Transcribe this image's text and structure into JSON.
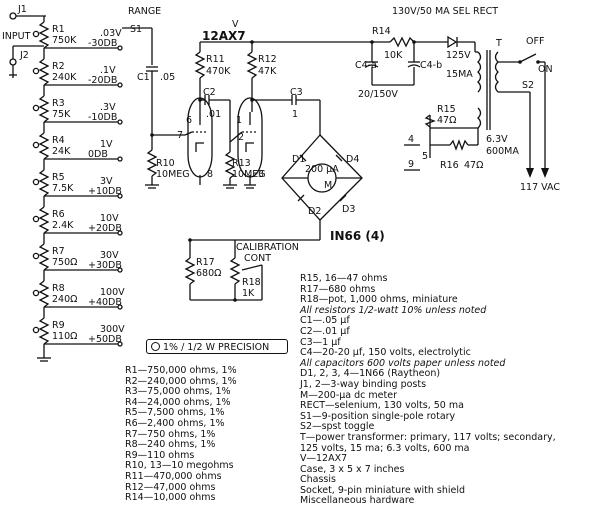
{
  "labels": {
    "input": "INPUT",
    "j1": "J1",
    "j2": "J2",
    "tube": "12AX7",
    "v": "V",
    "range": "RANGE",
    "s1": "S1",
    "rect": "130V/50 MA SEL RECT",
    "t": "T",
    "off": "OFF",
    "on": "ON",
    "s2": "S2",
    "vac": "117 VAC",
    "calibration": "CALIBRATION",
    "cont": "CONT",
    "in66": "IN66 (4)",
    "meter": "200 μA",
    "m": "M",
    "c1": "C1",
    "c1v": ".05",
    "c2": "C2",
    "c2v": ".01",
    "c3": "C3",
    "c3v": "1",
    "c4a": "C4-a",
    "c4b": "C4-b",
    "c4v": "20/150V",
    "r14": "R14",
    "r14v": "10K",
    "r11": "R11",
    "r11v": "470K",
    "r12": "R12",
    "r12v": "47K",
    "r10": "R10",
    "r10v": "10MEG",
    "r13": "R13",
    "r13v": "10MEG",
    "r15": "R15",
    "r15v": "47Ω",
    "r16": "R16",
    "r16v": "47Ω",
    "r17": "R17",
    "r17v": "680Ω",
    "r18": "R18",
    "r18v": "1K",
    "sec1": "125V",
    "sec1b": "15MA",
    "sec2": "6.3V",
    "sec2b": "600MA",
    "d1": "D1",
    "d2": "D2",
    "d3": "D3",
    "d4": "D4",
    "p1": "1",
    "p2": "2",
    "p3": "3",
    "p4": "4",
    "p5": "5",
    "p6": "6",
    "p7": "7",
    "p8": "8",
    "p9": "9",
    "precision": "1% / 1/2 W PRECISION"
  },
  "ladder": [
    {
      "name": "R1",
      "value": "750K",
      "range": ".03V",
      "db": "-30DB"
    },
    {
      "name": "R2",
      "value": "240K",
      "range": ".1V",
      "db": "-20DB"
    },
    {
      "name": "R3",
      "value": "75K",
      "range": ".3V",
      "db": "-10DB"
    },
    {
      "name": "R4",
      "value": "24K",
      "range": "1V",
      "db": "0DB"
    },
    {
      "name": "R5",
      "value": "7.5K",
      "range": "3V",
      "db": "+10DB"
    },
    {
      "name": "R6",
      "value": "2.4K",
      "range": "10V",
      "db": "+20DB"
    },
    {
      "name": "R7",
      "value": "750Ω",
      "range": "30V",
      "db": "+30DB"
    },
    {
      "name": "R8",
      "value": "240Ω",
      "range": "100V",
      "db": "+40DB"
    },
    {
      "name": "R9",
      "value": "110Ω",
      "range": "300V",
      "db": "+50DB"
    }
  ],
  "parts_right": [
    "R15, 16—47 ohms",
    "R17—680 ohms",
    "R18—pot, 1,000 ohms, miniature",
    "All resistors 1/2-watt 10% unless noted",
    "C1—.05 μf",
    "C2—.01 μf",
    "C3—1 μf",
    "C4—20-20 μf, 150 volts, electrolytic",
    "All capacitors 600 volts paper unless noted",
    "D1, 2, 3, 4—1N66 (Raytheon)",
    "J1, 2—3-way binding posts",
    "M—200-μa dc meter",
    "RECT—selenium, 130 volts, 50 ma",
    "S1—9-position single-pole rotary",
    "S2—spst toggle",
    "T—power transformer: primary, 117 volts; secondary,",
    "     125 volts, 15 ma; 6.3 volts, 600 ma",
    "V—12AX7",
    "Case, 3 x 5 x 7 inches",
    "Chassis",
    "Socket, 9-pin miniature with shield",
    "Miscellaneous hardware"
  ],
  "parts_left": [
    "R1—750,000 ohms, 1%",
    "R2—240,000 ohms, 1%",
    "R3—75,000 ohms, 1%",
    "R4—24,000 ohms, 1%",
    "R5—7,500 ohms, 1%",
    "R6—2,400 ohms, 1%",
    "R7—750 ohms, 1%",
    "R8—240 ohms, 1%",
    "R9—110 ohms",
    "R10, 13—10 megohms",
    "R11—470,000 ohms",
    "R12—47,000 ohms",
    "R14—10,000 ohms"
  ]
}
